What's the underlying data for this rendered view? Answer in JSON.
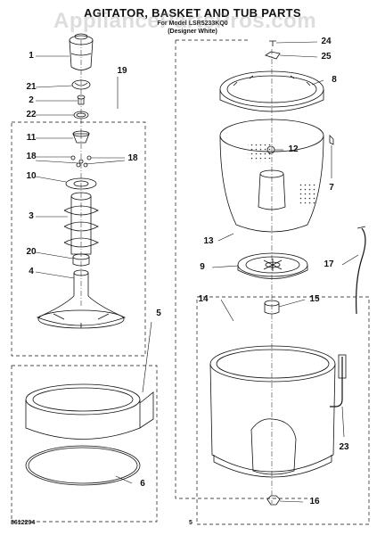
{
  "header": {
    "title": "AGITATOR, BASKET AND TUB PARTS",
    "model_line": "For Model LSR5233KQ0",
    "color_line": "(Designer White)"
  },
  "watermark": "AppliancePartsPros.com",
  "callouts": {
    "c1": "1",
    "c2": "2",
    "c3": "3",
    "c4": "4",
    "c5": "5",
    "c6": "6",
    "c7": "7",
    "c8": "8",
    "c9": "9",
    "c10": "10",
    "c11": "11",
    "c12": "12",
    "c13": "13",
    "c14": "14",
    "c15": "15",
    "c16": "16",
    "c17": "17",
    "c18a": "18",
    "c18b": "18",
    "c19": "19",
    "c20": "20",
    "c21": "21",
    "c22": "22",
    "c23": "23",
    "c24": "24",
    "c25": "25"
  },
  "footer": {
    "doc_number": "8612294",
    "page_number": "5"
  }
}
